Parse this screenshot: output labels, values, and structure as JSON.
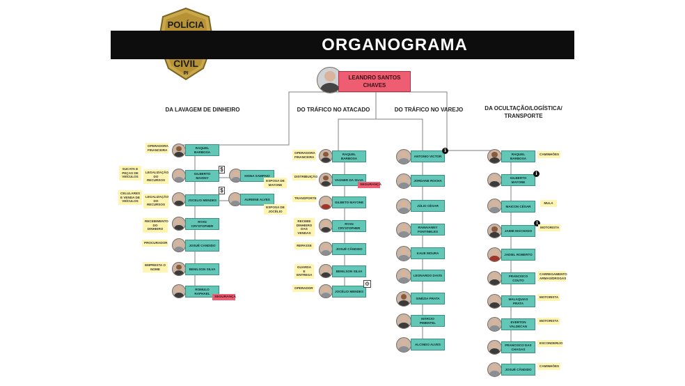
{
  "header": {
    "badge": {
      "top": "POLÍCIA",
      "middle": "CIVIL",
      "bottom": "PI"
    },
    "title": "ORGANOGRAMA"
  },
  "root": {
    "name": "LEANDRO SANTOS\nCHAVES"
  },
  "columns": {
    "lavagem": {
      "heading": "DA LAVAGEM DE DINHEIRO",
      "nodes": [
        {
          "name": "RAQUEL BARBOSA",
          "role": "OPERADORA FINANCEIRA"
        },
        {
          "name": "GILBERTO MAIONY",
          "role": "LEGALIZAÇÃO DO RECURSOS",
          "extra": "SUCATA E PEÇAS DE VEÍCULOS"
        },
        {
          "name": "JOCELIO MENDES",
          "role": "LEGALIZAÇÃO DO RECURSOS",
          "extra": "CELULARES E VENDA DE VEÍCULOS"
        },
        {
          "name": "RYAN CRYSTOPHER",
          "role": "RECEBIMENTO DO DINHEIRO"
        },
        {
          "name": "JOSUÉ CANDIDO",
          "role": "PROCURADOR"
        },
        {
          "name": "BENILSON SILVA",
          "role": "EMPRESTA O NOME"
        },
        {
          "name": "ROMULO RAPHAEL",
          "tag": "SEGURANÇA"
        }
      ],
      "spouses": [
        {
          "name": "HISNA SAMPAIO",
          "role": "ESPOSA DE MAYONE"
        },
        {
          "name": "AURIENE ALVES",
          "role": "ESPOSA DE JOCÉLIO"
        }
      ]
    },
    "atacado": {
      "heading": "DO TRÁFICO NO ATACADO",
      "nodes": [
        {
          "name": "RAQUEL BARBOSA",
          "role": "OPERADORA FINANCEIRA"
        },
        {
          "name": "VAGNER DA SILVA",
          "role": "DISTRIBUIÇÃO",
          "tag": "SEGURANÇA"
        },
        {
          "name": "GILBETO MAYONE",
          "role": "TRANSPORTE"
        },
        {
          "name": "RYAN CRYSTOPHER",
          "role": "RECEBE DINHEIRO DAS VENDAS"
        },
        {
          "name": "JOSUÉ CÂNDIDO",
          "role": "REPASSE"
        },
        {
          "name": "BENILSON SILVA",
          "role": "GUARDA E ENTREGA"
        },
        {
          "name": "JOCÉLIO MENDES",
          "role": "OPERADOR"
        }
      ]
    },
    "varejo": {
      "heading": "DO TRÁFICO NO VAREJO",
      "nodes": [
        {
          "name": "ANTONIO VICTOR"
        },
        {
          "name": "JORDANE ROCHA"
        },
        {
          "name": "JÚLIO CÉSAR"
        },
        {
          "name": "RAMAIANNY FONTINELES"
        },
        {
          "name": "KAUE MOURA"
        },
        {
          "name": "LEONARDO DAVIS"
        },
        {
          "name": "SINÉZIA PRATA"
        },
        {
          "name": "MÁRCIO PIMENTEL"
        },
        {
          "name": "ALCINDO ALVES"
        }
      ]
    },
    "ocultacao": {
      "heading": "DA OCULTAÇÃO/LOGÍSTICA/\nTRANSPORTE",
      "nodes": [
        {
          "name": "RAQUEL BARBOSA",
          "role": "CAMINHÕES"
        },
        {
          "name": "GILBERTO MAYONE"
        },
        {
          "name": "MAICON CÉSAR",
          "role": "MULA"
        },
        {
          "name": "JAIME MACHADO",
          "role": "MOTORISTA"
        },
        {
          "name": "JADIEL ROBERTO"
        },
        {
          "name": "FRANCISCO COUTO",
          "role": "CARREGAMENTO ARMAS/DROGAS"
        },
        {
          "name": "MALAQUIAS PRATA",
          "role": "MOTORISTA"
        },
        {
          "name": "EVERTON VALDECAN",
          "role": "MOTORISTA"
        },
        {
          "name": "FRANCISCO DAS CHAGAS",
          "role": "ESCONDERIJO"
        },
        {
          "name": "JOSUÉ CÂNDIDO",
          "role": "CAMINHÕES"
        }
      ]
    }
  },
  "colors": {
    "node": "#62c7b7",
    "note": "#fff5b0",
    "tag": "#ef5d72",
    "banner": "#0d0d0d",
    "badge": "#c8a84b"
  },
  "icons": [
    "dollar-icon",
    "info-icon",
    "gear-icon",
    "police-badge-icon"
  ]
}
